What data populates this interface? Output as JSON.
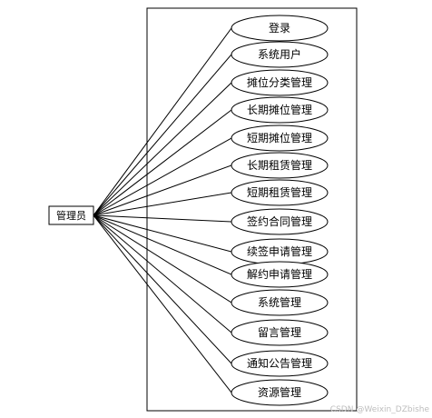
{
  "actor": {
    "label": "管理员"
  },
  "use_cases": [
    {
      "label": "登录"
    },
    {
      "label": "系统用户"
    },
    {
      "label": "摊位分类管理"
    },
    {
      "label": "长期摊位管理"
    },
    {
      "label": "短期摊位管理"
    },
    {
      "label": "长期租赁管理"
    },
    {
      "label": "短期租赁管理"
    },
    {
      "label": "签约合同管理"
    },
    {
      "label": "续签申请管理"
    },
    {
      "label": "解约申请管理"
    },
    {
      "label": "系统管理"
    },
    {
      "label": "留言管理"
    },
    {
      "label": "通知公告管理"
    },
    {
      "label": "资源管理"
    }
  ],
  "watermark": {
    "text": "CSDN @Weixin_DZbishe"
  },
  "colors": {
    "line": "#000000",
    "background": "#ffffff",
    "watermark": "#bdbdbd"
  }
}
